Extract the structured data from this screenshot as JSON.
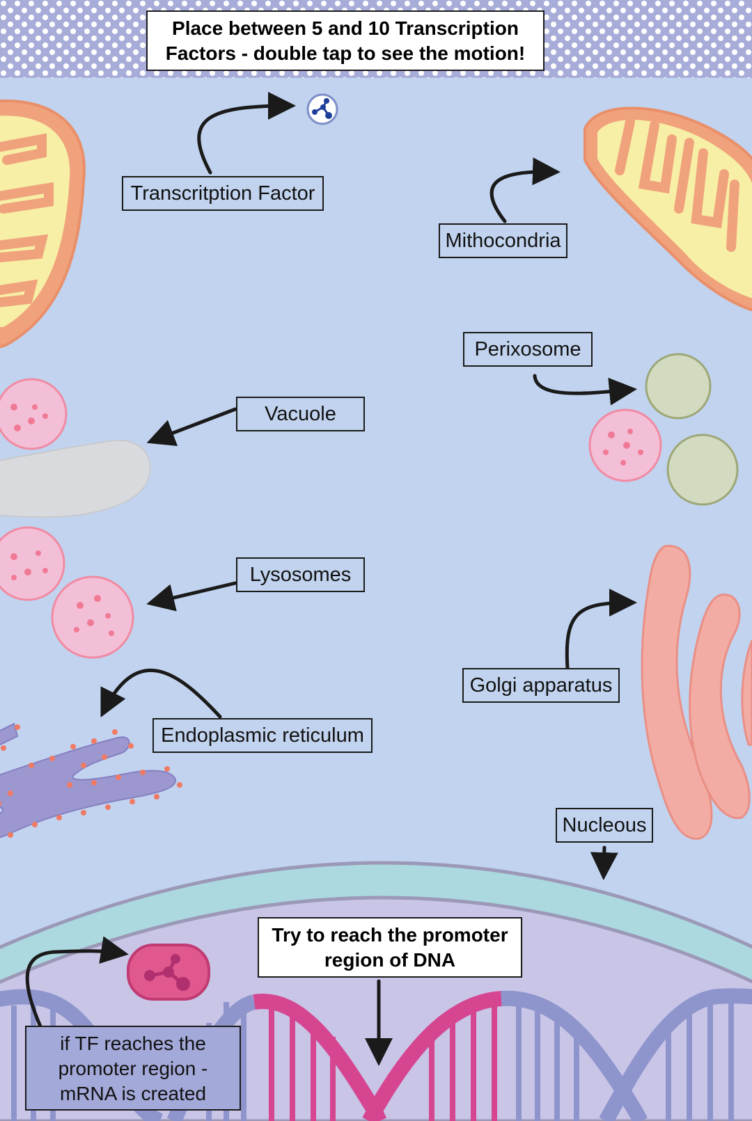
{
  "header": {
    "instruction_line1": "Place between 5 and 10 Transcription",
    "instruction_line2": "Factors - double tap to see the motion!"
  },
  "labels": {
    "transcription_factor": "Transcritption Factor",
    "mitochondria": "Mithocondria",
    "perixosome": "Perixosome",
    "vacuole": "Vacuole",
    "lysosomes": "Lysosomes",
    "golgi": "Golgi apparatus",
    "er": "Endoplasmic reticulum",
    "nucleus": "Nucleous"
  },
  "goal": {
    "line1": "Try to reach the promoter",
    "line2": "region of DNA"
  },
  "result_note": {
    "line1": "if TF reaches the",
    "line2": "promoter region -",
    "line3": "mRNA is created"
  },
  "colors": {
    "cytoplasm": "#c1d3ee",
    "mito_outer": "#f0a27c",
    "mito_inner": "#f7efa6",
    "lysosome": "#f3bfd6",
    "peroxisome": "#d2dbc0",
    "golgi": "#f2aca3",
    "er": "#9c97cf",
    "nucleus_envelope": "#acd9df",
    "nucleoplasm": "#c9c5e7",
    "dna_backbone": "#8e95cd",
    "dna_promoter": "#d64590",
    "mrna_blob": "#e0588d"
  },
  "icons": [
    "transcription-factor-icon",
    "mrna-icon"
  ]
}
